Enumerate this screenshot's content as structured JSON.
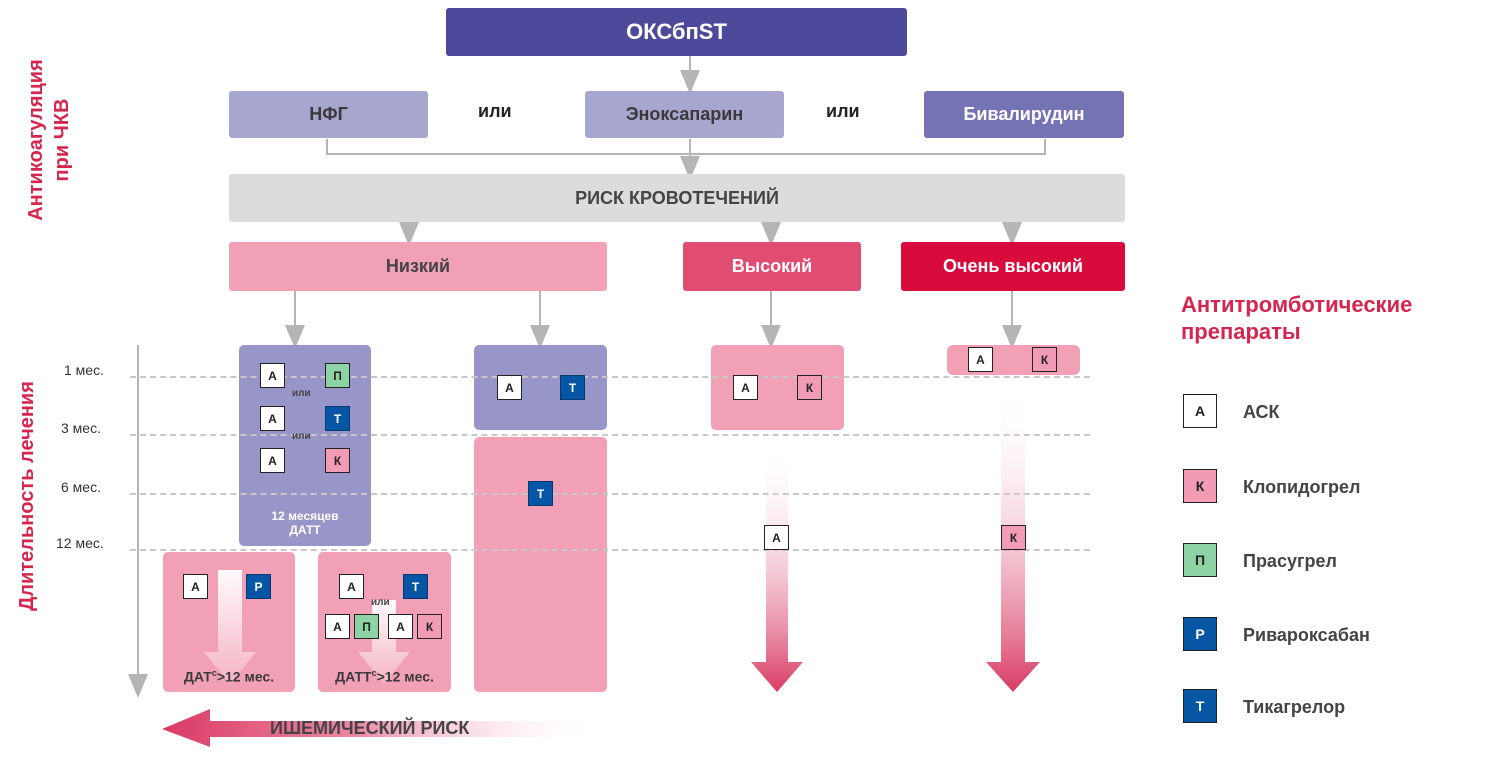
{
  "header": {
    "title": "ОКСбпST"
  },
  "side_labels": {
    "anticoagulation": [
      "Антикоагуляция",
      "при ЧКВ"
    ],
    "duration": "Длительность лечения"
  },
  "anticoagulants": {
    "nfg": "НФГ",
    "enox": "Эноксапарин",
    "biv": "Бивалирудин",
    "or": "или"
  },
  "bleeding_risk": {
    "title": "РИСК КРОВОТЕЧЕНИЙ",
    "low": "Низкий",
    "high": "Высокий",
    "very_high": "Очень высокий"
  },
  "timeline": [
    "1 мес.",
    "3 мес.",
    "6 мес.",
    "12 мес."
  ],
  "panels": {
    "low_a_caption": [
      "12 месяцев",
      "ДАТТ"
    ],
    "or": "или",
    "datc": "ДАТ",
    "datc_sup": "с",
    "datc_tail": ">12 мес.",
    "dattc": "ДАТТ",
    "dattc_sup": "с",
    "dattc_tail": ">12 мес."
  },
  "ischemic_risk": "ИШЕМИЧЕСКИЙ РИСК",
  "legend": {
    "title": [
      "Антитромботические",
      "препараты"
    ],
    "items": [
      {
        "code": "А",
        "name": "АСК",
        "color": "#ffffff"
      },
      {
        "code": "К",
        "name": "Клопидогрел",
        "color": "#f29bb4"
      },
      {
        "code": "П",
        "name": "Прасугрел",
        "color": "#8ed3a6"
      },
      {
        "code": "Р",
        "name": "Ривароксабан",
        "color": "#0756a5"
      },
      {
        "code": "Т",
        "name": "Тикагрелор",
        "color": "#0756a5"
      }
    ]
  },
  "drug_codes": {
    "A": "А",
    "K": "К",
    "P": "П",
    "R": "Р",
    "T": "Т"
  },
  "colors": {
    "purple_dark": "#4d4a9c",
    "purple_light": "#a7a6cf",
    "purple_mid": "#7673b4",
    "pink_light": "#f2a0b5",
    "pink_mid": "#e04c72",
    "red": "#d80b3c",
    "accent_text": "#d4264f"
  }
}
